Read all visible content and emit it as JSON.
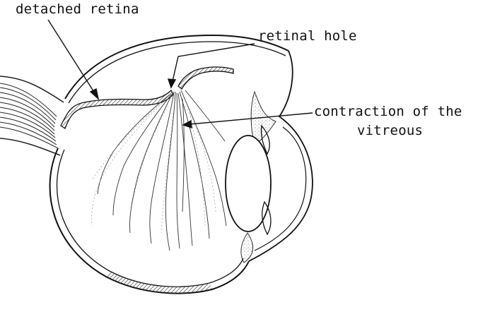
{
  "labels": {
    "detached_retina": "detached retina",
    "retinal_hole": "retinal hole",
    "contraction_line1": "contraction of the",
    "contraction_line2": "vitreous"
  },
  "colors": {
    "ink": "#111111",
    "fiber": "#333333",
    "hatch": "#444444",
    "stipple": "#777777",
    "background": "#ffffff"
  }
}
